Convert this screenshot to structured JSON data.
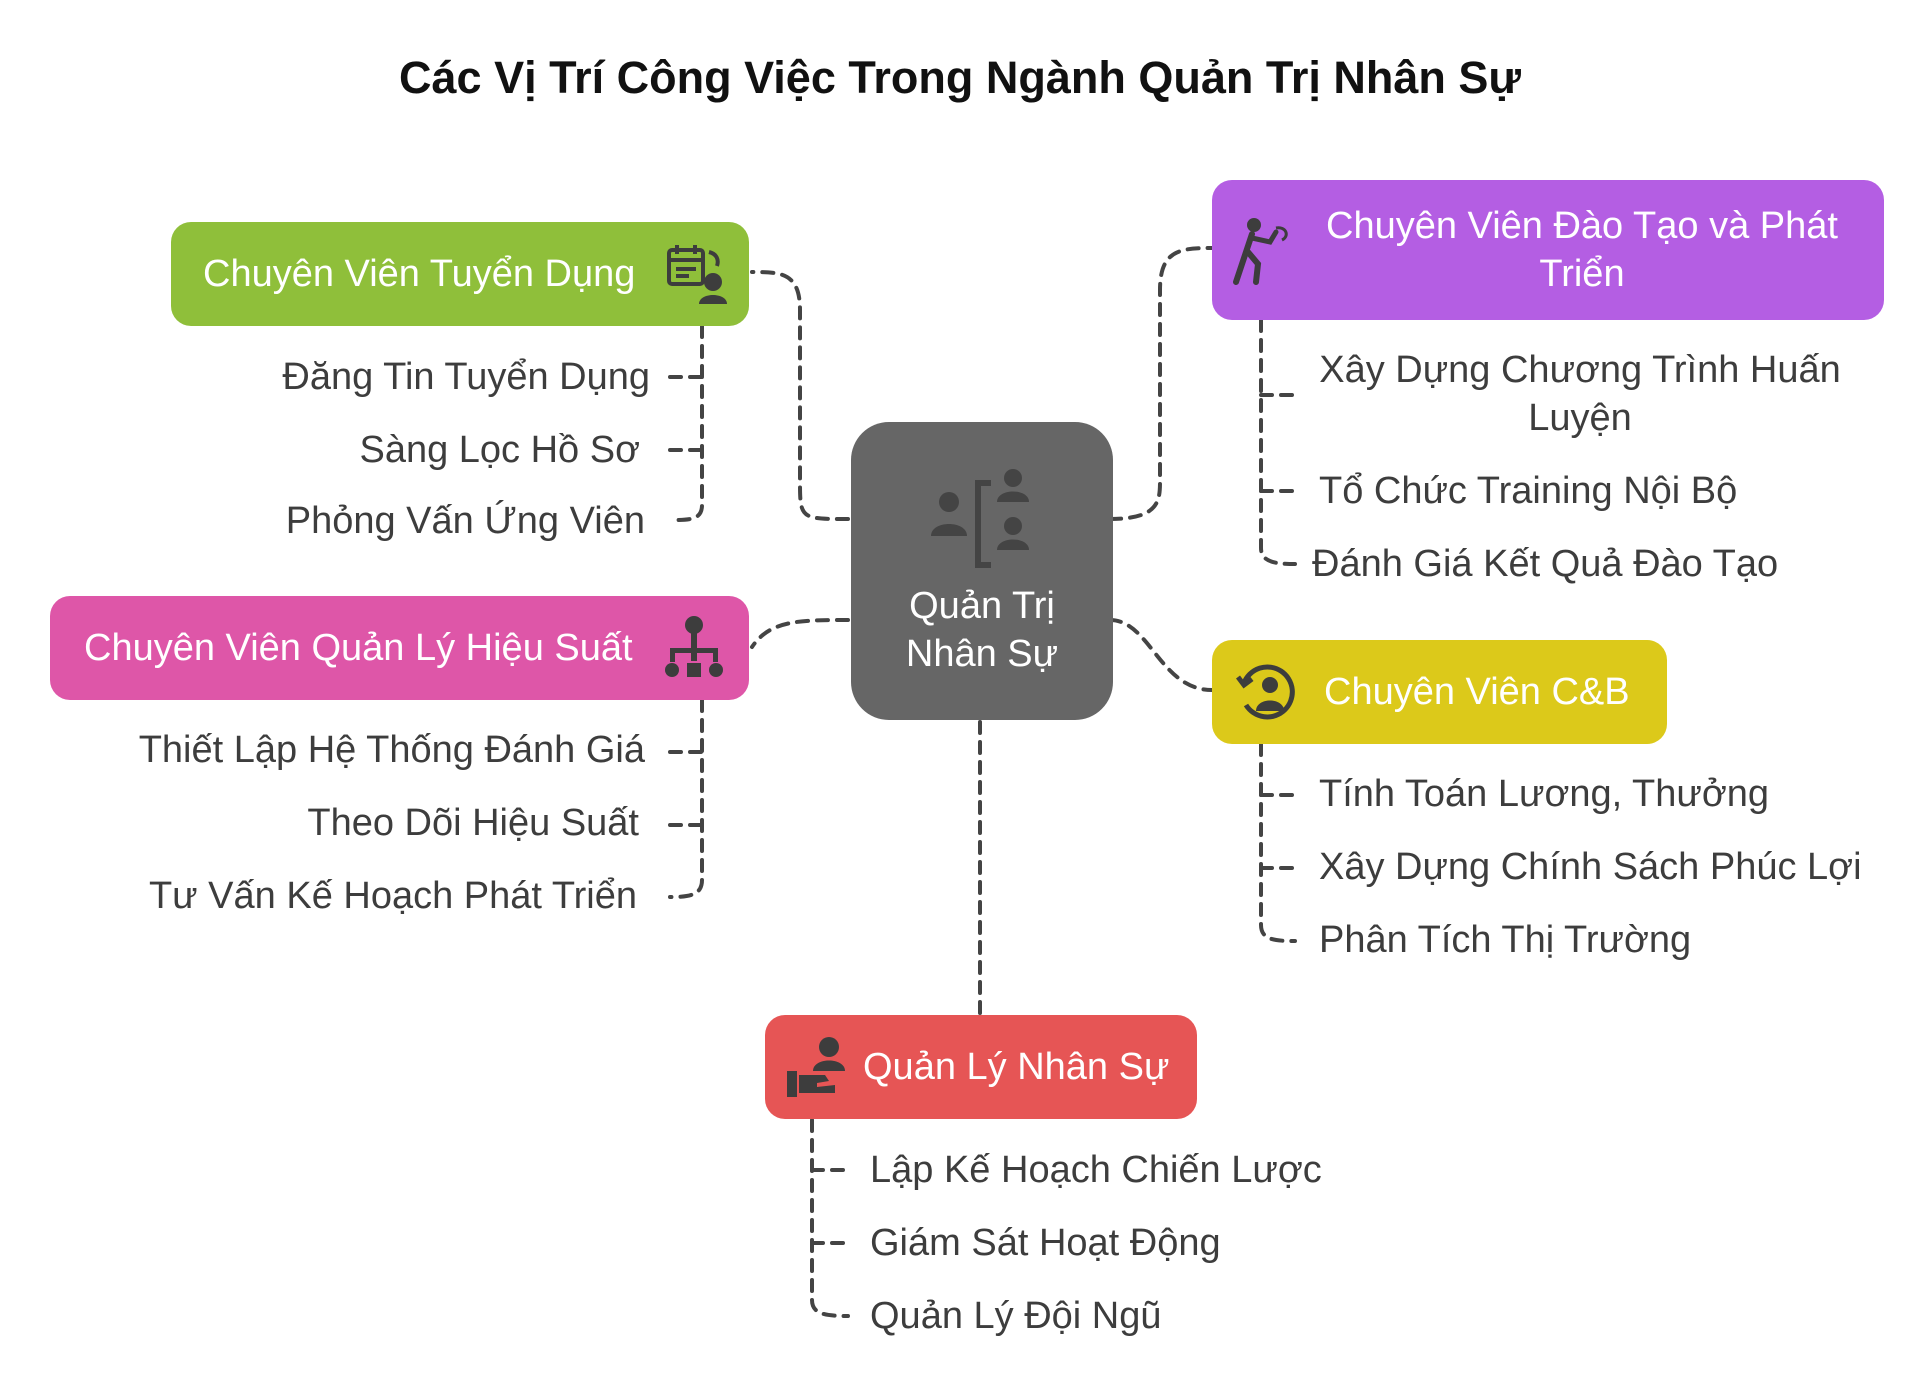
{
  "title": "Các Vị Trí Công Việc Trong Ngành Quản Trị Nhân Sự",
  "colors": {
    "center": "#666666",
    "recruitment": "#8fbf3a",
    "training": "#b45ee3",
    "performance": "#de56a8",
    "cb": "#dcc91a",
    "management": "#e65555",
    "connector": "#444444",
    "text": "#3d3d3d"
  },
  "center": {
    "label": "Quản Trị Nhân Sự",
    "icon": "people-hierarchy-icon"
  },
  "nodes": {
    "recruitment": {
      "label": "Chuyên Viên Tuyển Dụng",
      "icon": "calendar-person-icon",
      "items": [
        "Đăng Tin Tuyển Dụng",
        "Sàng Lọc Hồ Sơ",
        "Phỏng Vấn Ứng Viên"
      ]
    },
    "training": {
      "label": "Chuyên Viên Đào Tạo và Phát Triển",
      "icon": "running-person-icon",
      "items": [
        "Xây Dựng Chương Trình Huấn Luyện",
        "Tổ Chức Training Nội Bộ",
        "Đánh Giá Kết Quả Đào Tạo"
      ]
    },
    "performance": {
      "label": "Chuyên Viên Quản Lý Hiệu Suất",
      "icon": "org-chart-icon",
      "items": [
        "Thiết Lập Hệ Thống Đánh Giá",
        "Theo Dõi Hiệu Suất",
        "Tư Vấn Kế Hoạch Phát Triển"
      ]
    },
    "cb": {
      "label": "Chuyên Viên C&B",
      "icon": "person-cycle-icon",
      "items": [
        "Tính Toán Lương, Thưởng",
        "Xây Dựng Chính Sách Phúc Lợi",
        "Phân Tích Thị Trường"
      ]
    },
    "management": {
      "label": "Quản Lý Nhân Sự",
      "icon": "hand-person-icon",
      "items": [
        "Lập Kế Hoạch Chiến Lược",
        "Giám Sát Hoạt Động",
        "Quản Lý Đội Ngũ"
      ]
    }
  }
}
